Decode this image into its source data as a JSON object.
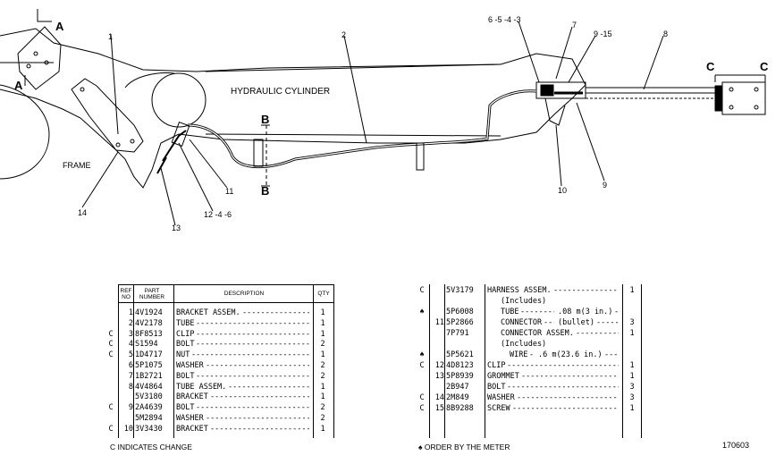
{
  "diagram": {
    "labels": {
      "hydraulic_cylinder": "HYDRAULIC CYLINDER",
      "frame": "FRAME",
      "section_a": "A",
      "section_b": "B",
      "section_c": "C"
    },
    "callouts": [
      "1",
      "2",
      "6 -5 -4 -3",
      "7",
      "9 -15",
      "8",
      "10",
      "9",
      "11",
      "12 -4 -6",
      "13",
      "14"
    ],
    "figure_number": "170603"
  },
  "table_left": {
    "headers": {
      "ref": "REF NO",
      "part": "PART NUMBER",
      "description": "DESCRIPTION",
      "qty": "QTY"
    },
    "rows": [
      {
        "c": "",
        "ref": "1",
        "part": "4V1924",
        "desc": "BRACKET ASSEM.",
        "qty": "1"
      },
      {
        "c": "",
        "ref": "2",
        "part": "4V2178",
        "desc": "TUBE",
        "qty": "1"
      },
      {
        "c": "C",
        "ref": "3",
        "part": "8F8513",
        "desc": "CLIP",
        "qty": "1"
      },
      {
        "c": "C",
        "ref": "4",
        "part": "S1594",
        "desc": "BOLT",
        "qty": "2"
      },
      {
        "c": "C",
        "ref": "5",
        "part": "1D4717",
        "desc": "NUT",
        "qty": "1"
      },
      {
        "c": "",
        "ref": "6",
        "part": "5P1075",
        "desc": "WASHER",
        "qty": "2"
      },
      {
        "c": "",
        "ref": "7",
        "part": "1B2721",
        "desc": "BOLT",
        "qty": "2"
      },
      {
        "c": "",
        "ref": "8",
        "part": "4V4864",
        "desc": "TUBE ASSEM.",
        "qty": "1"
      },
      {
        "c": "",
        "ref": "",
        "part": "5V3180",
        "desc": "BRACKET",
        "qty": "1"
      },
      {
        "c": "C",
        "ref": "9",
        "part": "2A4639",
        "desc": "BOLT",
        "qty": "2"
      },
      {
        "c": "",
        "ref": "",
        "part": "5M2894",
        "desc": "WASHER",
        "qty": "2"
      },
      {
        "c": "C",
        "ref": "10",
        "part": "3V3430",
        "desc": "BRACKET",
        "qty": "1"
      }
    ],
    "footnote": "C INDICATES CHANGE"
  },
  "table_right": {
    "rows": [
      {
        "c": "C",
        "ref": "",
        "part": "5V3179",
        "desc": "HARNESS ASSEM.",
        "qty": "1"
      },
      {
        "c": "",
        "ref": "",
        "part": "",
        "desc": "(Includes)",
        "qty": ""
      },
      {
        "c": "♠",
        "ref": "",
        "part": "5P6008",
        "desc": "TUBE",
        "extra": ".08 m(3 in.)",
        "qty": ""
      },
      {
        "c": "",
        "ref": "11",
        "part": "5P2866",
        "desc": "CONNECTOR",
        "extra": "(bullet)",
        "qty": "3"
      },
      {
        "c": "",
        "ref": "",
        "part": "7P791",
        "desc": "CONNECTOR ASSEM.",
        "qty": "1"
      },
      {
        "c": "",
        "ref": "",
        "part": "",
        "desc": "(Includes)",
        "qty": ""
      },
      {
        "c": "♠",
        "ref": "",
        "part": "5P5621",
        "desc": "WIRE",
        "extra": ".6 m(23.6 in.)",
        "qty": ""
      },
      {
        "c": "C",
        "ref": "12",
        "part": "4D8123",
        "desc": "CLIP",
        "qty": "1"
      },
      {
        "c": "",
        "ref": "13",
        "part": "5P8939",
        "desc": "GROMMET",
        "qty": "1"
      },
      {
        "c": "",
        "ref": "",
        "part": "2B947",
        "desc": "BOLT",
        "qty": "3"
      },
      {
        "c": "C",
        "ref": "14",
        "part": "2M849",
        "desc": "WASHER",
        "qty": "3"
      },
      {
        "c": "C",
        "ref": "15",
        "part": "8B9288",
        "desc": "SCREW",
        "qty": "1"
      }
    ],
    "footnote": "ORDER BY THE METER"
  }
}
